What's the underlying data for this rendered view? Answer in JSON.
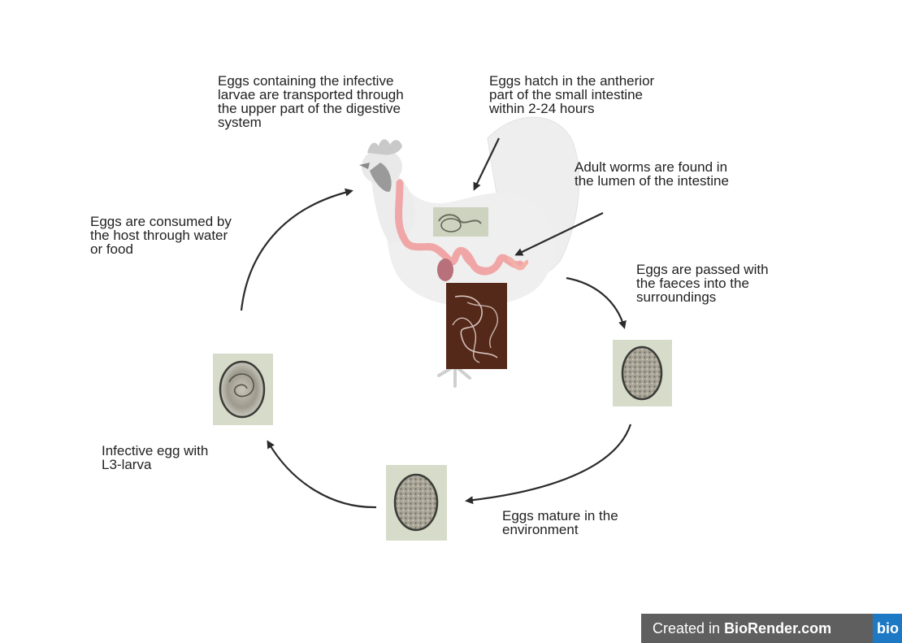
{
  "labels": {
    "transport": [
      "Eggs containing the infective",
      "larvae are transported through",
      "the upper part of the digestive",
      "system"
    ],
    "hatch": [
      "Eggs hatch in the antherior",
      "part of the small intestine",
      "within 2-24 hours"
    ],
    "adult": [
      "Adult worms are found in",
      "the lumen of the intestine"
    ],
    "consumed": [
      "Eggs are consumed by",
      "the host through water",
      "or food"
    ],
    "passed": [
      "Eggs are passed with",
      "the faeces into the",
      "surroundings"
    ],
    "infective": [
      "Infective egg with",
      "L3-larva"
    ],
    "mature": [
      "Eggs mature in the",
      "environment"
    ]
  },
  "footer": {
    "prefix": "Created in ",
    "brand": "BioRender.com",
    "logo": "bio"
  },
  "colors": {
    "arrow": "#2b2b2b",
    "chicken_body": "#efefef",
    "chicken_head": "#c9c9c9",
    "intestine": "#f0a6a6",
    "organ": "#b8707a",
    "worm_photo_bg": "#4a2216",
    "egg_bg": "#d6dcc9"
  }
}
